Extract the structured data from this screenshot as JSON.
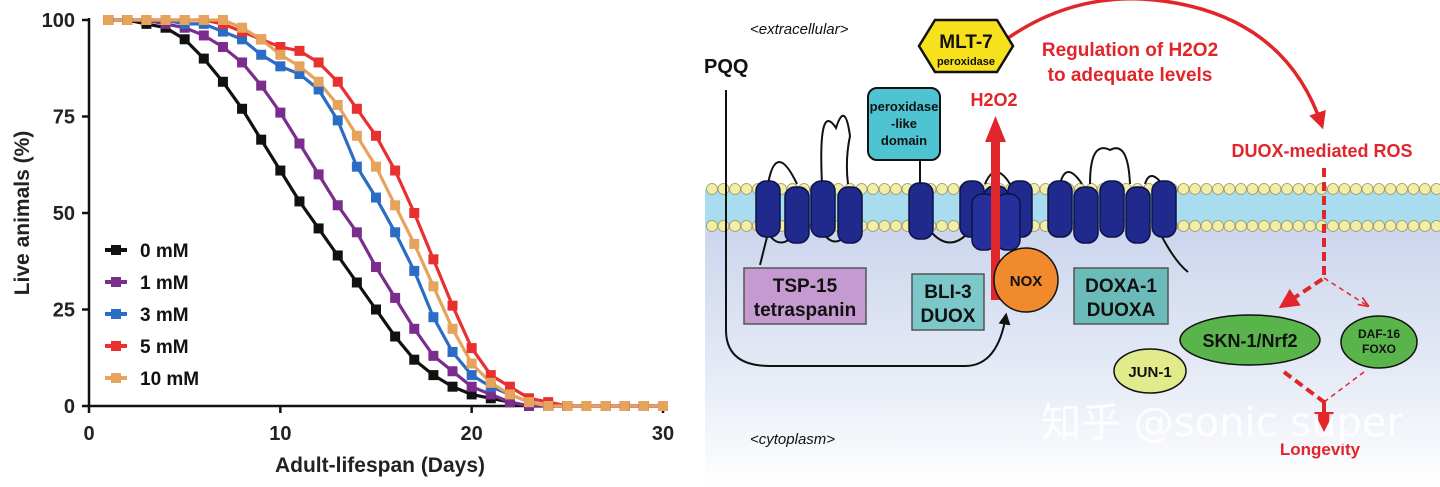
{
  "chart_data": {
    "type": "line",
    "xlabel": "Adult-lifespan (Days)",
    "ylabel": "Live animals (%)",
    "xlim": [
      0,
      30
    ],
    "ylim": [
      0,
      100
    ],
    "x_ticks": [
      "0",
      "10",
      "20",
      "30"
    ],
    "y_ticks": [
      "0",
      "25",
      "50",
      "75",
      "100"
    ],
    "grid": false,
    "legend_position": "lower-left",
    "series": [
      {
        "name": "0 mM",
        "color": "#111111",
        "x": [
          1,
          2,
          3,
          4,
          5,
          6,
          7,
          8,
          9,
          10,
          11,
          12,
          13,
          14,
          15,
          16,
          17,
          18,
          19,
          20,
          21,
          22,
          23,
          24,
          25,
          26,
          27,
          28,
          29,
          30
        ],
        "y": [
          100,
          100,
          99,
          98,
          95,
          90,
          84,
          77,
          69,
          61,
          53,
          46,
          39,
          32,
          25,
          18,
          12,
          8,
          5,
          3,
          2,
          1,
          0,
          0,
          0,
          0,
          0,
          0,
          0,
          0
        ]
      },
      {
        "name": "1 mM",
        "color": "#7b2d8e",
        "x": [
          1,
          2,
          3,
          4,
          5,
          6,
          7,
          8,
          9,
          10,
          11,
          12,
          13,
          14,
          15,
          16,
          17,
          18,
          19,
          20,
          21,
          22,
          23,
          24,
          25,
          26,
          27,
          28,
          29,
          30
        ],
        "y": [
          100,
          100,
          100,
          99,
          98,
          96,
          93,
          89,
          83,
          76,
          68,
          60,
          52,
          45,
          36,
          28,
          20,
          13,
          9,
          5,
          3,
          1,
          0,
          0,
          0,
          0,
          0,
          0,
          0,
          0
        ]
      },
      {
        "name": "3 mM",
        "color": "#2b6cc4",
        "x": [
          1,
          2,
          3,
          4,
          5,
          6,
          7,
          8,
          9,
          10,
          11,
          12,
          13,
          14,
          15,
          16,
          17,
          18,
          19,
          20,
          21,
          22,
          23,
          24,
          25,
          26,
          27,
          28,
          29,
          30
        ],
        "y": [
          100,
          100,
          100,
          100,
          99,
          99,
          97,
          95,
          91,
          88,
          86,
          82,
          74,
          62,
          54,
          45,
          35,
          23,
          14,
          8,
          5,
          3,
          1,
          0,
          0,
          0,
          0,
          0,
          0,
          0
        ]
      },
      {
        "name": "5 mM",
        "color": "#e8302e",
        "x": [
          1,
          2,
          3,
          4,
          5,
          6,
          7,
          8,
          9,
          10,
          11,
          12,
          13,
          14,
          15,
          16,
          17,
          18,
          19,
          20,
          21,
          22,
          23,
          24,
          25,
          26,
          27,
          28,
          29,
          30
        ],
        "y": [
          100,
          100,
          100,
          100,
          100,
          100,
          99,
          97,
          95,
          93,
          92,
          89,
          84,
          77,
          70,
          61,
          50,
          38,
          26,
          15,
          8,
          5,
          2,
          1,
          0,
          0,
          0,
          0,
          0,
          0
        ]
      },
      {
        "name": "10 mM",
        "color": "#e6a35c",
        "x": [
          1,
          2,
          3,
          4,
          5,
          6,
          7,
          8,
          9,
          10,
          11,
          12,
          13,
          14,
          15,
          16,
          17,
          18,
          19,
          20,
          21,
          22,
          23,
          24,
          25,
          26,
          27,
          28,
          29,
          30
        ],
        "y": [
          100,
          100,
          100,
          100,
          100,
          100,
          100,
          98,
          95,
          91,
          88,
          84,
          78,
          70,
          62,
          52,
          42,
          31,
          20,
          11,
          6,
          3,
          1,
          0,
          0,
          0,
          0,
          0,
          0,
          0
        ]
      }
    ]
  },
  "diagram": {
    "extracellular_label": "<extracellular>",
    "cytoplasm_label": "<cytoplasm>",
    "pqq_label": "PQQ",
    "mlt7": {
      "title": "MLT-7",
      "subtitle": "peroxidase"
    },
    "regulation_line1": "Regulation of H2O2",
    "regulation_line2": "to adequate levels",
    "h2o2_label": "H2O2",
    "peroxidase_domain": [
      "peroxidase",
      "-like",
      "domain"
    ],
    "duox_ros": "DUOX-mediated ROS",
    "tsp15": [
      "TSP-15",
      "tetraspanin"
    ],
    "bli3": [
      "BLI-3",
      "DUOX"
    ],
    "nox": "NOX",
    "doxa1": [
      "DOXA-1",
      "DUOXA"
    ],
    "skn1": "SKN-1/Nrf2",
    "daf16": [
      "DAF-16",
      "FOXO"
    ],
    "jun1": "JUN-1",
    "longevity": "Longevity",
    "colors": {
      "membrane": "#a9dcef",
      "protein": "#1f2a8c",
      "red": "#e0262b",
      "mlt7": "#f7e11c",
      "peroxidase": "#4ec4d3",
      "tsp15": "#c49ad0",
      "bli3": "#7cc7c9",
      "nox": "#f08a2c",
      "doxa1": "#6bbbb9",
      "skn1": "#59b54b",
      "daf16": "#59b54b",
      "jun1": "#e2eb8c"
    }
  },
  "watermark": "知乎 @sonic super"
}
